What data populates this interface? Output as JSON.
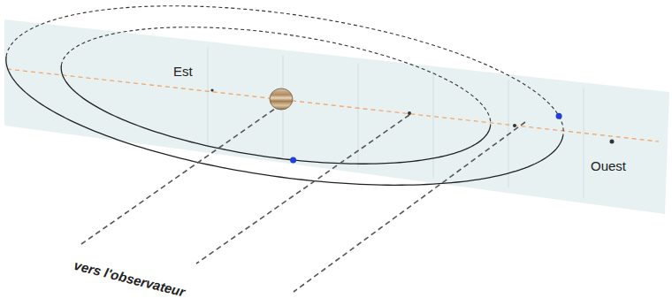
{
  "diagram": {
    "labels": [
      "Est",
      "Ouest",
      "vers l'observateur"
    ]
  }
}
